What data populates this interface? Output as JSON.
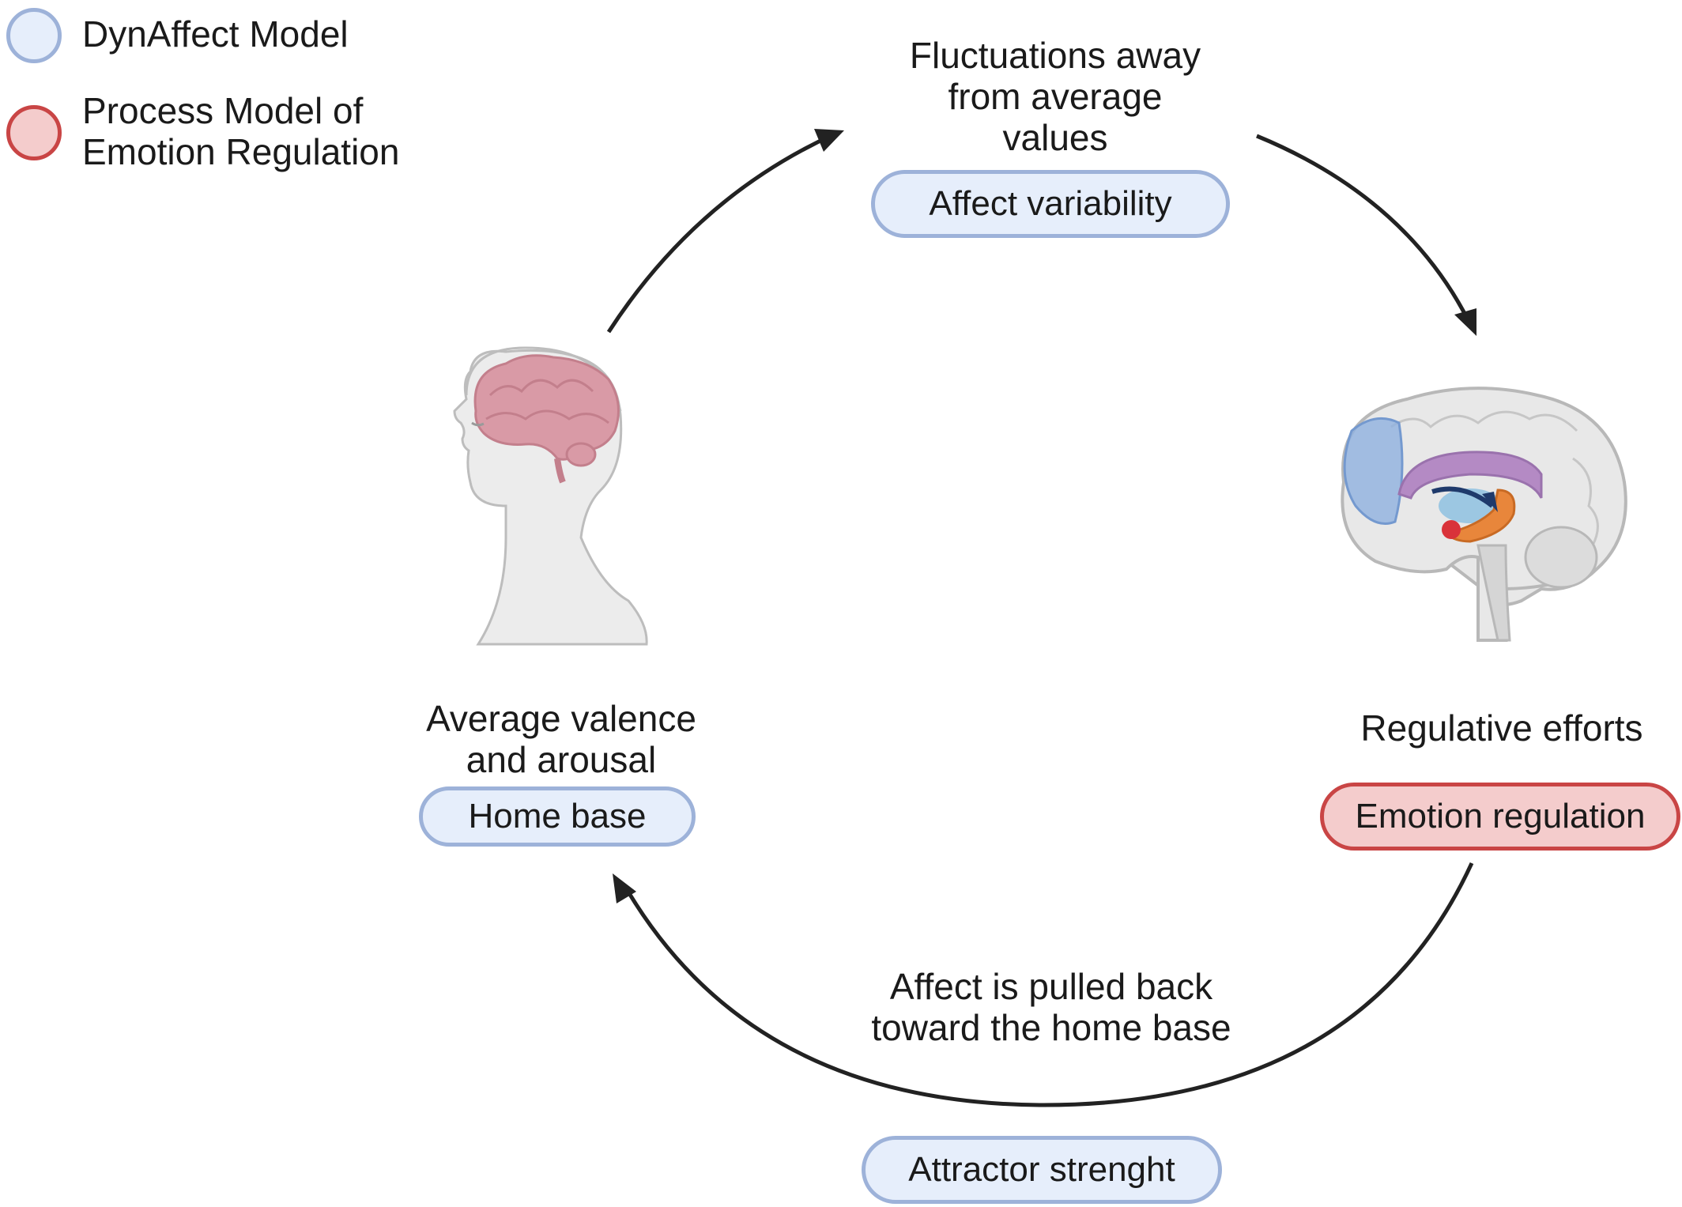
{
  "legend": {
    "items": [
      {
        "label": "DynAffect Model",
        "color": "#e6eefb",
        "border": "#9db2d9"
      },
      {
        "label_lines": [
          "Process Model of",
          "Emotion Regulation"
        ],
        "color": "#f4cccc",
        "border": "#c94545"
      }
    ]
  },
  "top": {
    "caption_lines": [
      "Fluctuations away",
      "from average",
      "values"
    ],
    "pill": "Affect variability"
  },
  "left": {
    "caption_lines": [
      "Average valence",
      "and arousal"
    ],
    "pill": "Home base"
  },
  "right": {
    "caption": "Regulative efforts",
    "pill": "Emotion regulation"
  },
  "bottom": {
    "caption_lines": [
      "Affect is pulled back",
      "toward the home base"
    ],
    "pill": "Attractor strenght"
  },
  "colors": {
    "dynaffect": "#e6eefb",
    "process_model": "#f4cccc",
    "arrow": "#222222"
  },
  "icons": [
    "head-with-brain-icon",
    "brain-sagittal-section-icon"
  ]
}
